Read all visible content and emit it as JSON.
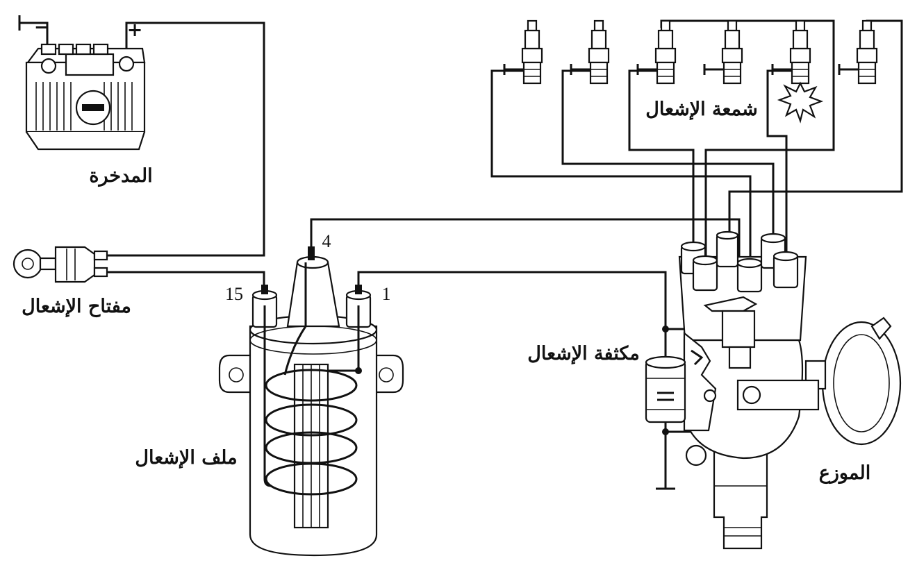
{
  "labels": {
    "battery": "المدخرة",
    "ignition_switch": "مفتاح الإشعال",
    "ignition_coil": "ملف الإشعال",
    "spark_plugs": "شمعة الإشعال",
    "condenser": "مكثفة الإشعال",
    "distributor": "الموزع"
  },
  "terminals": {
    "coil_hv": "4",
    "coil_15": "15",
    "coil_1": "1",
    "battery_neg": "−",
    "battery_pos": "+"
  }
}
